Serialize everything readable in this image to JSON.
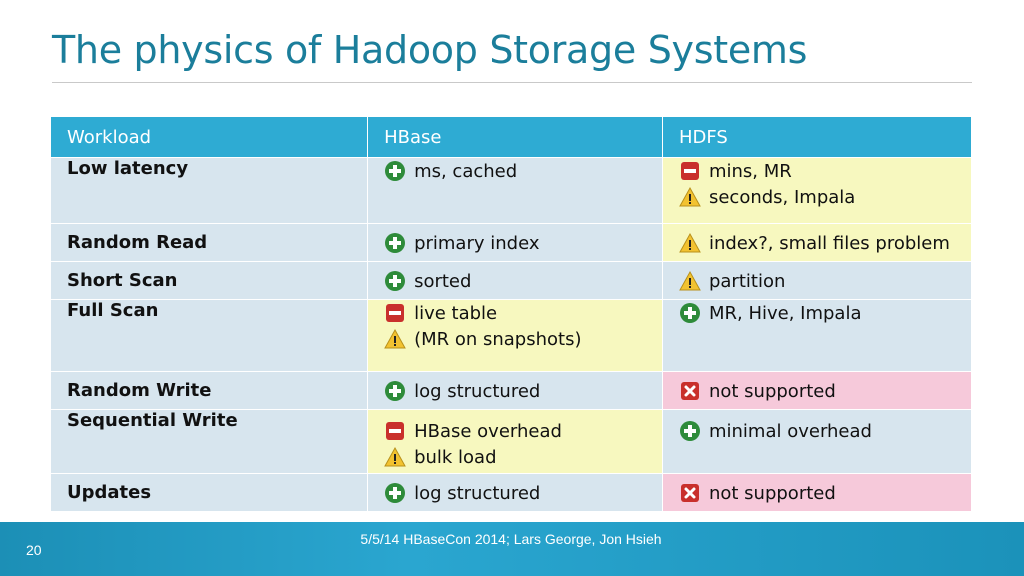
{
  "slide": {
    "title": "The physics of Hadoop Storage Systems",
    "page_number": "20",
    "footer_text": "5/5/14 HBaseCon 2014;  Lars George, Jon Hsieh"
  },
  "table": {
    "headers": [
      "Workload",
      "HBase",
      "HDFS"
    ],
    "rows": [
      {
        "workload": "Low latency",
        "hbase": {
          "bg": "blue",
          "items": [
            {
              "icon": "plus-icon",
              "text": "ms, cached"
            }
          ]
        },
        "hdfs": {
          "bg": "yellow",
          "items": [
            {
              "icon": "minus-icon",
              "text": "mins, MR"
            },
            {
              "icon": "warning-icon",
              "text": "seconds, Impala"
            }
          ]
        }
      },
      {
        "workload": "Random Read",
        "hbase": {
          "bg": "blue",
          "items": [
            {
              "icon": "plus-icon",
              "text": "primary index"
            }
          ]
        },
        "hdfs": {
          "bg": "yellow",
          "items": [
            {
              "icon": "warning-icon",
              "text": "index?, small files problem"
            }
          ]
        }
      },
      {
        "workload": "Short Scan",
        "hbase": {
          "bg": "blue",
          "items": [
            {
              "icon": "plus-icon",
              "text": "sorted"
            }
          ]
        },
        "hdfs": {
          "bg": "blue",
          "items": [
            {
              "icon": "warning-icon",
              "text": "partition"
            }
          ]
        }
      },
      {
        "workload": "Full Scan",
        "hbase": {
          "bg": "yellow",
          "items": [
            {
              "icon": "minus-icon",
              "text": "live table"
            },
            {
              "icon": "warning-icon",
              "text": "(MR on snapshots)"
            }
          ]
        },
        "hdfs": {
          "bg": "blue",
          "items": [
            {
              "icon": "plus-icon",
              "text": "MR, Hive, Impala"
            }
          ]
        }
      },
      {
        "workload": "Random Write",
        "hbase": {
          "bg": "blue",
          "items": [
            {
              "icon": "plus-icon",
              "text": "log structured"
            }
          ]
        },
        "hdfs": {
          "bg": "pink",
          "items": [
            {
              "icon": "x-icon",
              "text": "not supported"
            }
          ]
        }
      },
      {
        "workload": "Sequential Write",
        "hbase": {
          "bg": "yellow",
          "items": [
            {
              "icon": "minus-icon",
              "text": "HBase overhead"
            },
            {
              "icon": "warning-icon",
              "text": "bulk load"
            }
          ]
        },
        "hdfs": {
          "bg": "blue",
          "items": [
            {
              "icon": "plus-icon",
              "text": "minimal overhead"
            }
          ]
        }
      },
      {
        "workload": "Updates",
        "hbase": {
          "bg": "blue",
          "items": [
            {
              "icon": "plus-icon",
              "text": "log structured"
            }
          ]
        },
        "hdfs": {
          "bg": "pink",
          "items": [
            {
              "icon": "x-icon",
              "text": "not supported"
            }
          ]
        }
      }
    ]
  },
  "colors": {
    "title": "#1b7e9b",
    "header": "#2eabd3",
    "cell_blue": "#d7e5ee",
    "cell_yellow": "#f7f8bf",
    "cell_pink": "#f6c9da",
    "plus": "#2e8b3a",
    "minus": "#c9302c",
    "warning": "#f2c230",
    "x": "#c9302c"
  }
}
